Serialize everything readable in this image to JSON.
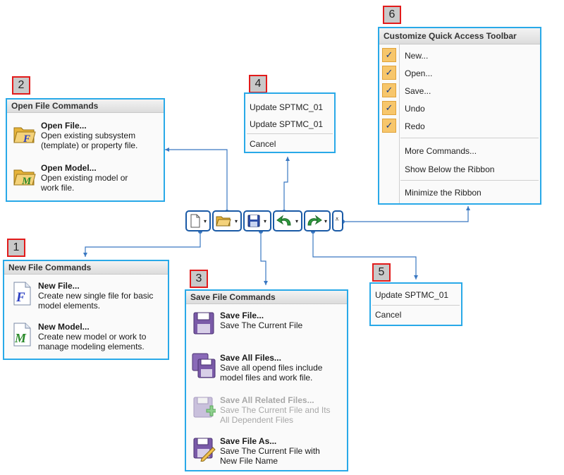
{
  "badges": {
    "b1": "1",
    "b2": "2",
    "b3": "3",
    "b4": "4",
    "b5": "5",
    "b6": "6"
  },
  "open_panel": {
    "header": "Open File Commands",
    "open_file_title": "Open File...",
    "open_file_desc": [
      "Open existing subsystem",
      "(template) or property file."
    ],
    "open_model_title": "Open Model...",
    "open_model_desc": [
      "Open existing model or",
      "work file."
    ],
    "icon_letters": {
      "f": "F",
      "m": "M"
    }
  },
  "new_panel": {
    "header": "New File Commands",
    "new_file_title": "New File...",
    "new_file_desc": [
      "Create new single file for basic",
      "model elements."
    ],
    "new_model_title": "New Model...",
    "new_model_desc": [
      "Create new model or work to",
      "manage modeling elements."
    ],
    "icon_letters": {
      "f": "F",
      "m": "M"
    }
  },
  "save_panel": {
    "header": "Save File Commands",
    "save_file_title": "Save File...",
    "save_file_desc": [
      "Save The Current File"
    ],
    "save_all_title": "Save All Files...",
    "save_all_desc": [
      "Save all opend files include",
      "model files and work file."
    ],
    "save_related_title": "Save All Related Files...",
    "save_related_desc": [
      "Save The Current File and Its",
      "All Dependent Files"
    ],
    "save_as_title": "Save File As...",
    "save_as_desc": [
      "Save The Current File with",
      "New File Name"
    ]
  },
  "undo_menu": {
    "items": [
      "Update SPTMC_01",
      "Update SPTMC_01"
    ],
    "cancel": "Cancel"
  },
  "redo_menu": {
    "items": [
      "Update SPTMC_01"
    ],
    "cancel": "Cancel"
  },
  "customize_menu": {
    "header": "Customize Quick Access Toolbar",
    "check_mark": "✓",
    "checked_items": [
      "New...",
      "Open...",
      "Save...",
      "Undo",
      "Redo"
    ],
    "more_commands": "More Commands...",
    "show_below": "Show Below the Ribbon",
    "minimize": "Minimize the Ribbon"
  },
  "toolbar": {
    "dropdown_arrow": "▾",
    "customize_glyph": "⩡"
  },
  "colors": {
    "panel_border": "#29a9e8",
    "connector": "#3a78c2",
    "badge_border": "#e21b1b",
    "toolbar_border": "#1a5aa6",
    "check_bg": "#f7c66b",
    "undo_green": "#2e9a3e"
  }
}
